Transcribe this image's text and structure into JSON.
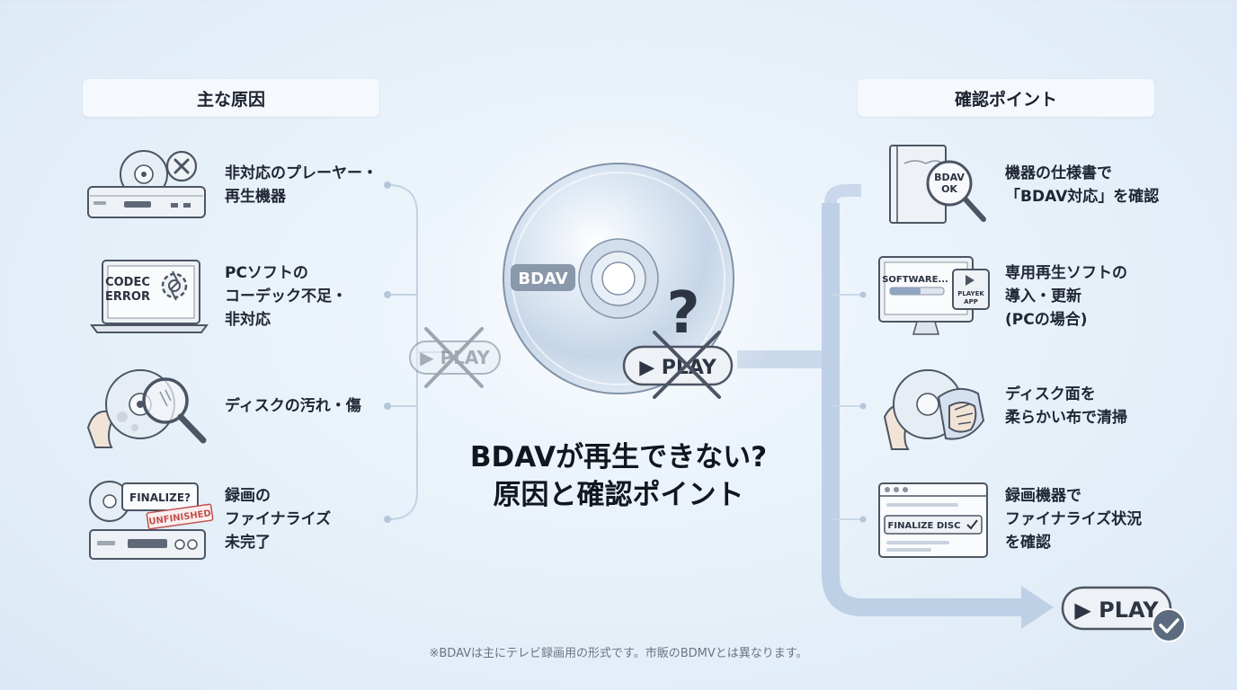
{
  "left_header": "主な原因",
  "right_header": "確認ポイント",
  "title_line1": "BDAVが再生できない?",
  "title_line2": "原因と確認ポイント",
  "disc_label": "BDAV",
  "disc_mark": "?",
  "play_label": "▶ PLAY",
  "causes": [
    {
      "lines": [
        "非対応のプレーヤー・",
        "再生機器"
      ]
    },
    {
      "lines": [
        "PCソフトの",
        "コーデック不足・",
        "非対応"
      ],
      "icon_text": [
        "CODEC",
        "ERROR"
      ]
    },
    {
      "lines": [
        "ディスクの汚れ・傷"
      ]
    },
    {
      "lines": [
        "録画の",
        "ファイナライズ",
        "未完了"
      ],
      "icon_text": [
        "FINALIZE?",
        "UNFINISHED"
      ]
    }
  ],
  "checks": [
    {
      "lines": [
        "機器の仕様書で",
        "「BDAV対応」を確認"
      ],
      "icon_text": [
        "BDAV",
        "OK"
      ]
    },
    {
      "lines": [
        "専用再生ソフトの",
        "導入・更新",
        "(PCの場合)"
      ],
      "icon_text": [
        "SOFTWARE...",
        "PLAYEK",
        "APP"
      ]
    },
    {
      "lines": [
        "ディスク面を",
        "柔らかい布で清掃"
      ]
    },
    {
      "lines": [
        "録画機器で",
        "ファイナライズ状況",
        "を確認"
      ],
      "icon_text": [
        "FINALIZE DISC"
      ]
    }
  ],
  "footnote": "※BDAVは主にテレビ録画用の形式です。市販のBDMVとは異なります。",
  "colors": {
    "accent_blue": "#b9cde4",
    "line": "#b4c6dc",
    "text": "#1f2533",
    "icon_stroke": "#4c5564",
    "cross": "#6b7280"
  },
  "icons": [
    "bd-player-x-icon",
    "laptop-gear-icon",
    "disc-magnifier-icon",
    "recorder-finalize-icon",
    "manual-magnifier-icon",
    "monitor-software-icon",
    "disc-cloth-icon",
    "window-checklist-icon",
    "check-badge-icon"
  ]
}
